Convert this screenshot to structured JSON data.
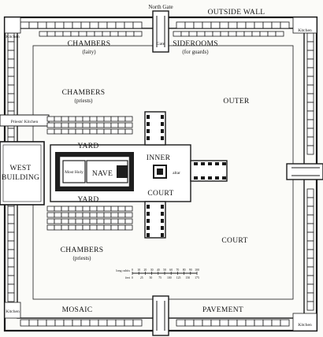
{
  "labels": {
    "north_gate": "North Gate",
    "outside_wall": "OUTSIDE WALL",
    "chambers_laity": "CHAMBERS",
    "laity": "(laity)",
    "siderooms": "SIDEROOMS",
    "for_guards": "(for guards)",
    "chambers_priests_top": "CHAMBERS",
    "priests_top": "(priests)",
    "priests_kitchen": "Priests' Kitchen",
    "outer": "OUTER",
    "yard_top": "YARD",
    "inner": "INNER",
    "west": "WEST",
    "building": "BUILDING",
    "nave": "NAVE",
    "holy_of_holies": "Most Holy",
    "altar": "altar",
    "court_inner": "COURT",
    "yard_bottom": "YARD",
    "court_outer": "COURT",
    "chambers_priests_bottom": "CHAMBERS",
    "priests_bottom": "(priests)",
    "mosaic": "MOSAIC",
    "pavement": "PAVEMENT",
    "kitchen_nw": "Kitchen",
    "kitchen_ne": "Kitchen",
    "kitchen_sw": "Kitchen",
    "kitchen_se": "Kitchen",
    "gate_n_small": "Gate"
  },
  "scale_bar": {
    "unit_top": "long cubits",
    "unit_bottom": "feet",
    "ticks_top": [
      "0",
      "10",
      "20",
      "30",
      "40",
      "50",
      "60",
      "70",
      "80",
      "90",
      "100"
    ],
    "ticks_bottom": [
      "0",
      "25",
      "50",
      "75",
      "100",
      "125",
      "150",
      "175"
    ]
  },
  "colors": {
    "ink": "#1a1a1a",
    "paper": "#ffffff"
  }
}
